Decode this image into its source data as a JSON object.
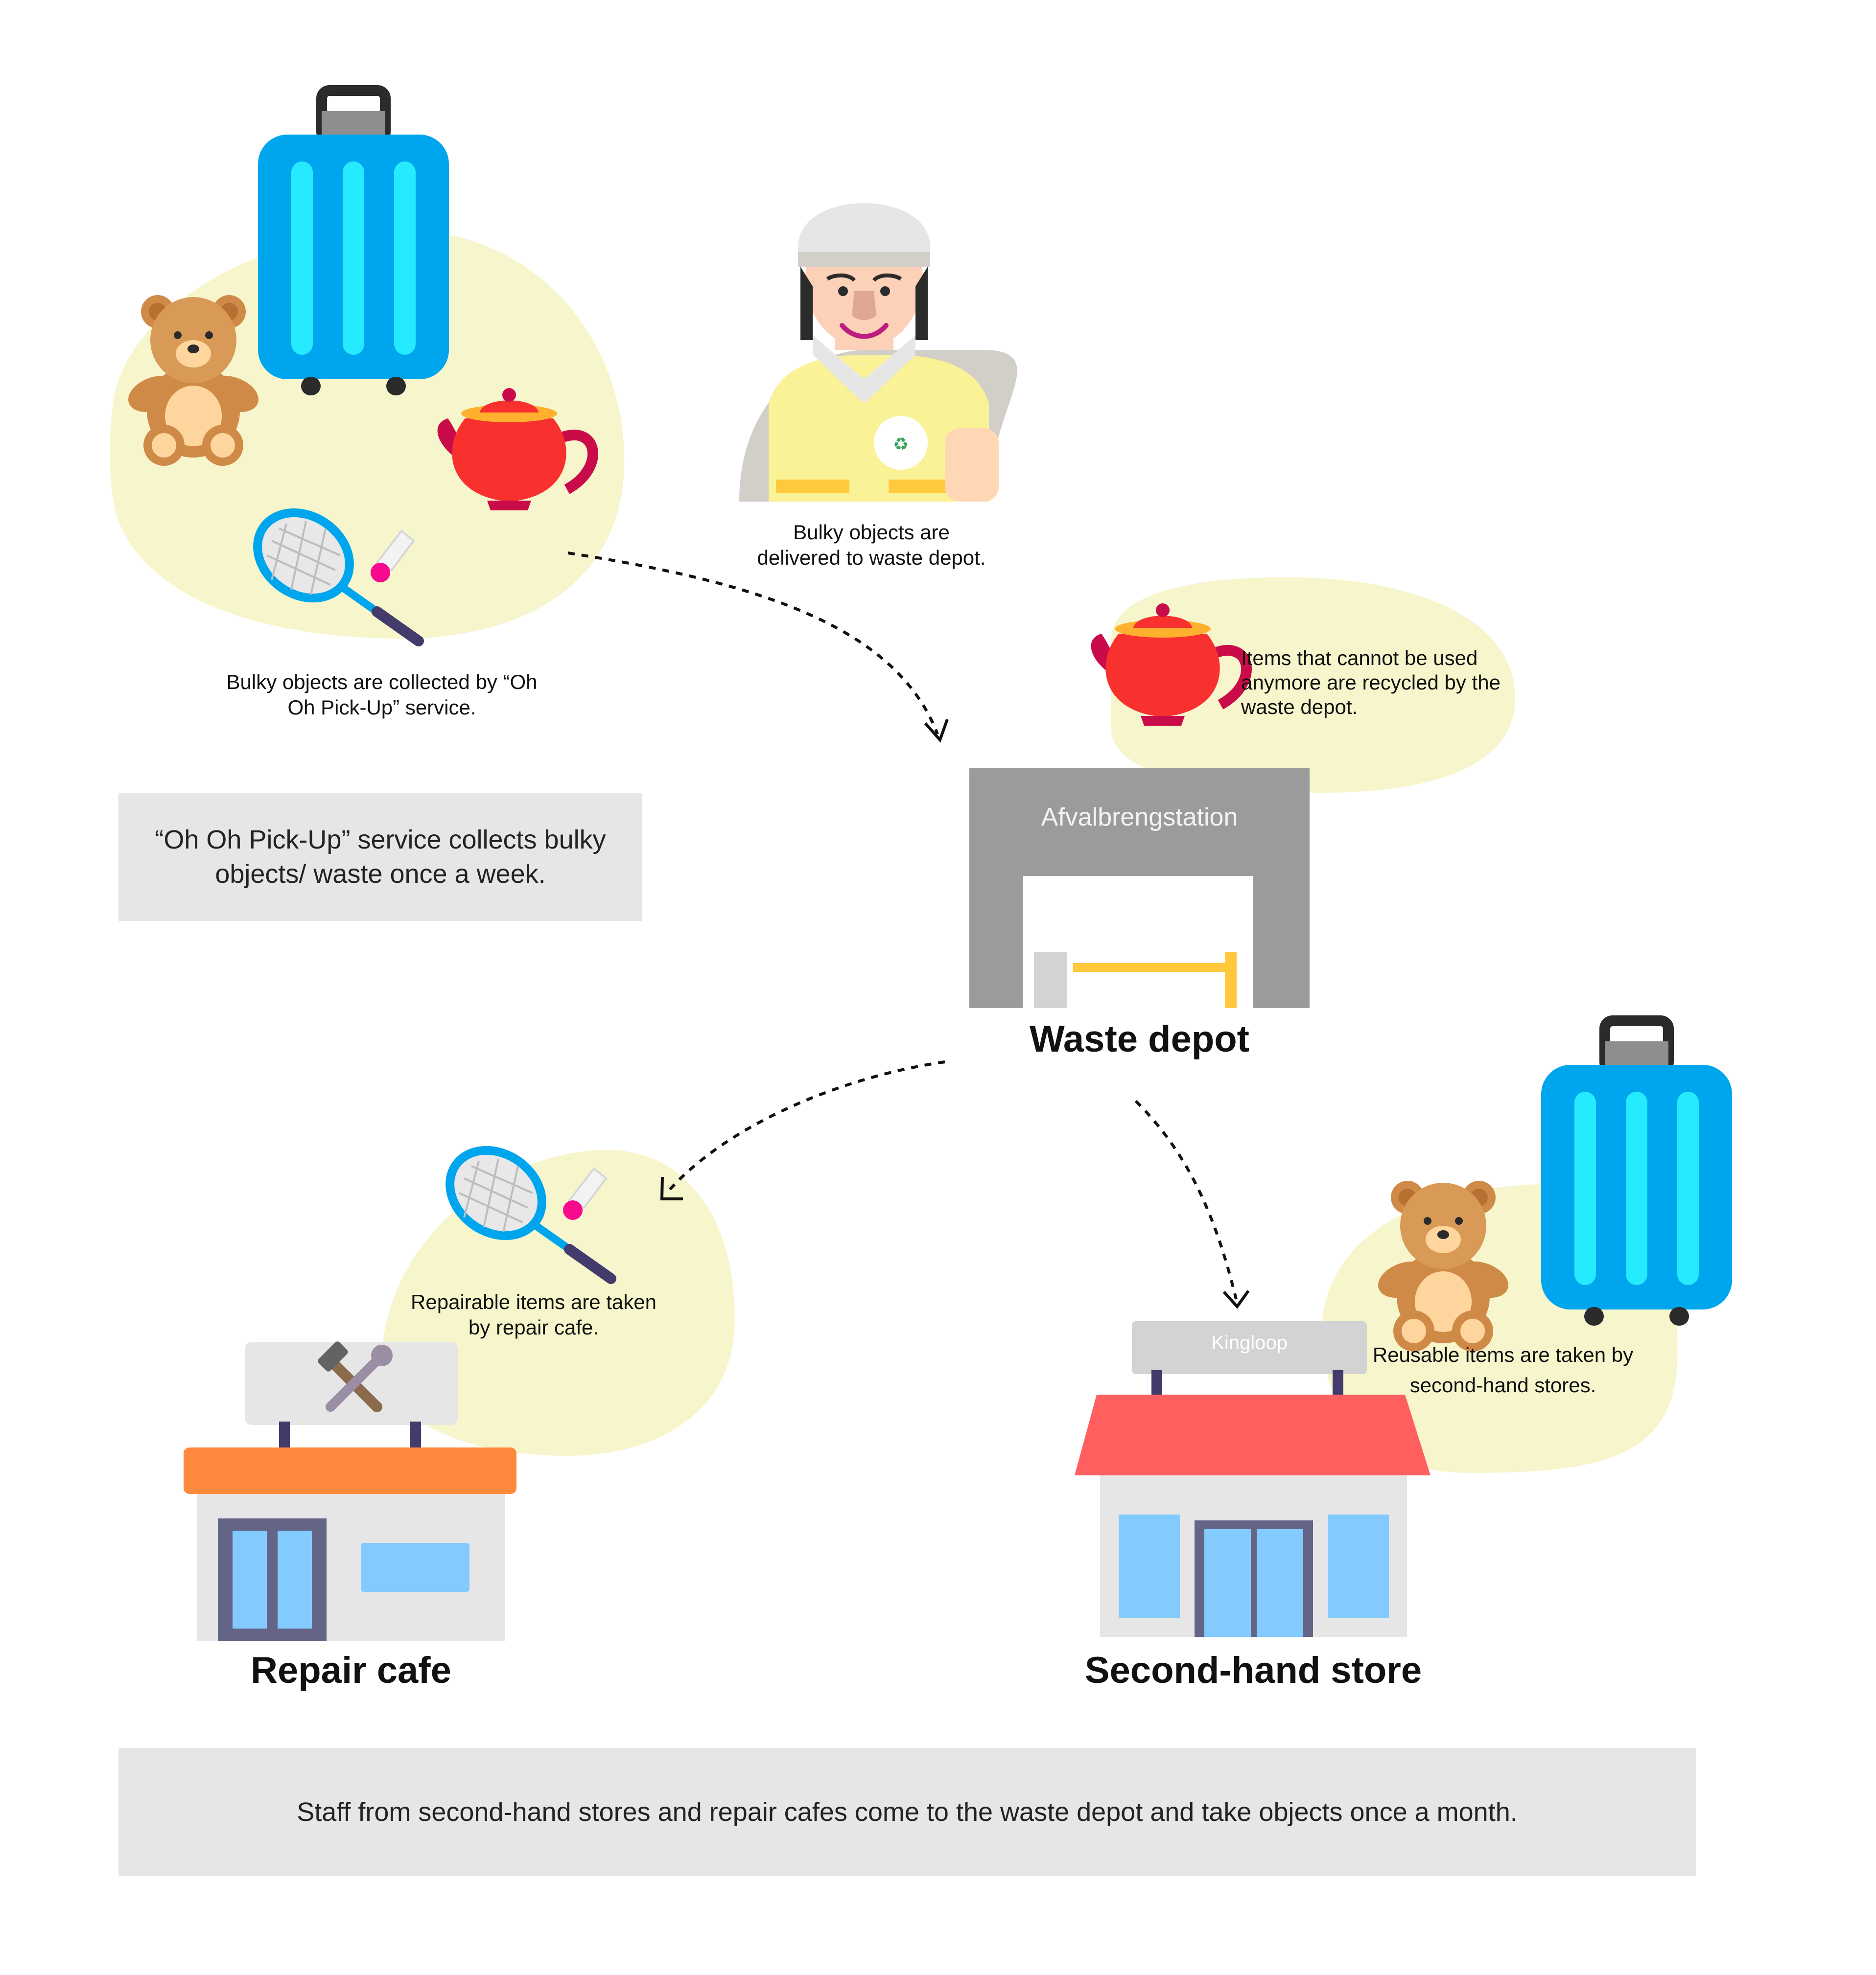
{
  "captions": {
    "collected": "Bulky objects are collected by “Oh Oh Pick-Up” service.",
    "delivered": "Bulky objects are delivered to waste depot.",
    "recycled": "Items that cannot be used anymore are recycled by the waste depot.",
    "repairable": "Repairable items are taken by repair cafe.",
    "reusable": "Reusable items are taken by second-hand stores."
  },
  "notes": {
    "pickup_frequency": "“Oh Oh Pick-Up” service collects bulky objects/ waste once a week.",
    "staff_frequency": "Staff from second-hand stores and repair cafes come to the waste depot and take objects once a month."
  },
  "places": {
    "waste_depot": {
      "title": "Waste depot",
      "sign": "Afvalbrengstation"
    },
    "repair_cafe": {
      "title": "Repair cafe"
    },
    "second_hand_store": {
      "title": "Second-hand store",
      "sign": "Kingloop"
    }
  },
  "icons": [
    "suitcase-icon",
    "teddy-bear-icon",
    "teapot-icon",
    "badminton-racket-icon",
    "shuttlecock-icon",
    "worker-icon",
    "tools-icon"
  ],
  "colors": {
    "blob": "#f7f5cc",
    "suitcase": "#00a6ed",
    "suitcase_stripes": "#26eaff",
    "teapot": "#f8312f",
    "roof_red": "#ff5f5f",
    "awning_orange": "#ff8a3d",
    "depot_gray": "#9b9b9b",
    "note_gray": "#e6e6e6"
  }
}
